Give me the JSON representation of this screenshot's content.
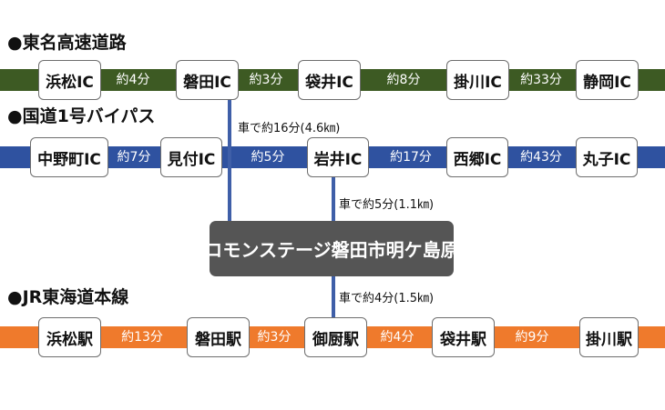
{
  "colors": {
    "expressway": "#3d5a23",
    "bypass": "#2f52a0",
    "railway": "#ef7a2c",
    "connector": "#3f5fa8",
    "hub": "#555555"
  },
  "expressway": {
    "title": "●東名高速道路",
    "stations": [
      "浜松IC",
      "磐田IC",
      "袋井IC",
      "掛川IC",
      "静岡IC"
    ],
    "times": [
      "約4分",
      "約3分",
      "約8分",
      "約33分"
    ]
  },
  "bypass": {
    "title": "●国道1号バイパス",
    "stations": [
      "中野町IC",
      "見付IC",
      "岩井IC",
      "西郷IC",
      "丸子IC"
    ],
    "times": [
      "約7分",
      "約5分",
      "約17分",
      "約43分"
    ]
  },
  "railway": {
    "title": "●JR東海道本線",
    "stations": [
      "浜松駅",
      "磐田駅",
      "御厨駅",
      "袋井駅",
      "掛川駅"
    ],
    "times": [
      "約13分",
      "約3分",
      "約4分",
      "約9分"
    ]
  },
  "connectors": {
    "iwata_ic": "車で約16分(4.6㎞)",
    "iwai_ic": "車で約5分(1.1㎞)",
    "mikuriya_station": "車で約4分(1.5㎞)"
  },
  "hub": {
    "label": "コモンステージ磐田市明ケ島原"
  }
}
